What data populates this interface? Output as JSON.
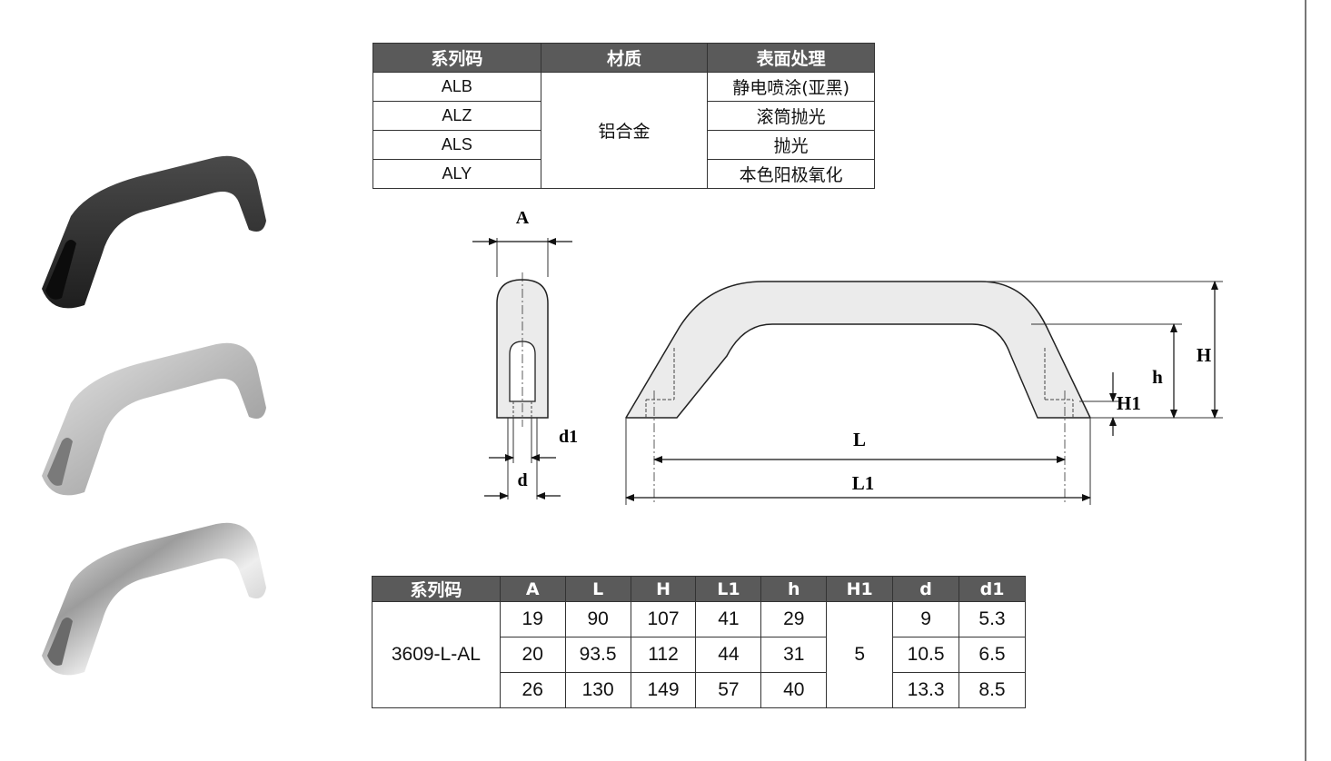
{
  "finish_table": {
    "headers": [
      "系列码",
      "材质",
      "表面处理"
    ],
    "material": "铝合金",
    "rows": [
      {
        "code": "ALB",
        "finish": "静电喷涂(亚黑)"
      },
      {
        "code": "ALZ",
        "finish": "滚筒抛光"
      },
      {
        "code": "ALS",
        "finish": "抛光"
      },
      {
        "code": "ALY",
        "finish": "本色阳极氧化"
      }
    ]
  },
  "drawing_labels": {
    "A": "A",
    "d1": "d1",
    "d": "d",
    "L": "L",
    "L1": "L1",
    "H": "H",
    "h": "h",
    "H1": "H1"
  },
  "dims_table": {
    "headers": [
      "系列码",
      "A",
      "L",
      "H",
      "L1",
      "h",
      "H1",
      "d",
      "d1"
    ],
    "series_code": "3609-L-AL",
    "H1_value": "5",
    "rows": [
      {
        "A": "19",
        "L": "90",
        "H": "107",
        "L1": "41",
        "h": "29",
        "d": "9",
        "d1": "5.3"
      },
      {
        "A": "20",
        "L": "93.5",
        "H": "112",
        "L1": "44",
        "h": "31",
        "d": "10.5",
        "d1": "6.5"
      },
      {
        "A": "26",
        "L": "130",
        "H": "149",
        "L1": "57",
        "h": "40",
        "d": "13.3",
        "d1": "8.5"
      }
    ]
  },
  "colors": {
    "header_bg": "#5a5a5a",
    "handle_black": "#2b2b2b",
    "handle_satin": "#bdbdbd",
    "handle_polished": "#d8d8d8"
  }
}
